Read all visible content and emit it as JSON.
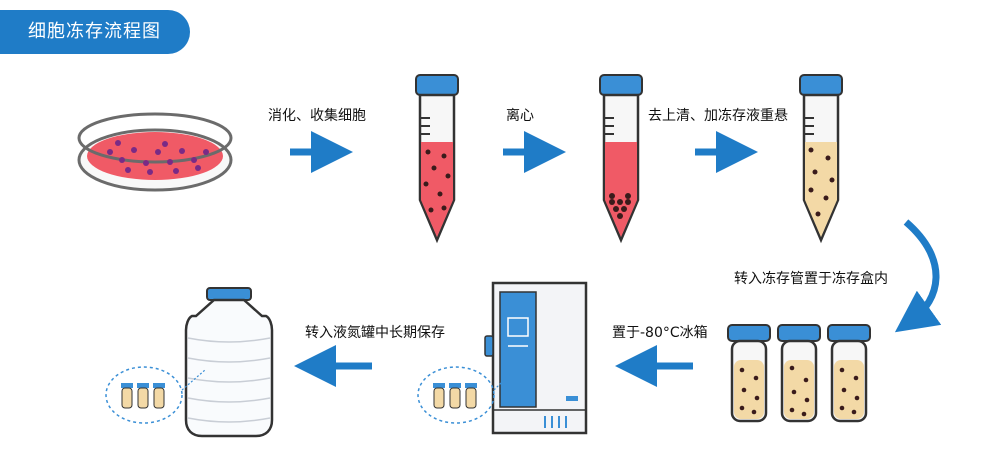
{
  "title": "细胞冻存流程图",
  "steps": {
    "digest": "消化、收集细胞",
    "centrifuge": "离心",
    "resuspend": "去上清、加冻存液重悬",
    "to_box": "转入冻存管置于冻存盒内",
    "freezer": "置于-80°C冰箱",
    "nitrogen": "转入液氮罐中长期保存"
  },
  "colors": {
    "accent": "#1f7cc7",
    "cap": "#3a8fd6",
    "red_medium": "#f05a66",
    "cream_medium": "#f3d9a6",
    "cell_dark": "#3a1b1b"
  }
}
